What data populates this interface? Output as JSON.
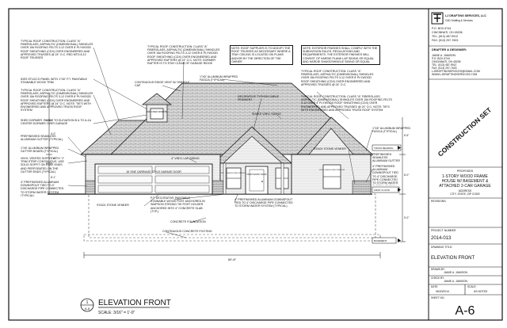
{
  "firm": {
    "name": "LJ DRAFTING SERVICES, LLC",
    "sub": "CAD Drafting & Services",
    "address": [
      "P.O. BOX 6744",
      "P.O. BOX 6744",
      "CINCINNATI, OH 45206",
      "TEL: (513) 487-9912",
      "FAX: (513) 297-7603"
    ],
    "drafter_heading": "DRAFTER & DESIGNER:",
    "drafter": [
      "JAMIE A. JAMISON",
      "P.O. BOX 6744",
      "CINCINNATI, OH 45206",
      "TEL: (513) 487-9912",
      "FAX: (513) 297-7603",
      "LJDRAFTINGSERVICES@GMAIL.COM",
      "WWW.LJDRAFTINGSERVICES.COM"
    ]
  },
  "stamp": "CONSTRUCTION SET",
  "project": {
    "label": "PROPOSED",
    "lines": [
      "1-STORY WOOD FRAME",
      "HOUSE W/ BASEMENT &",
      "ATTACHED 2-CAR GARAGE"
    ],
    "address_label": "ADDRESS",
    "address_line": "CITY, STATE, ZIP CODE"
  },
  "title_block": {
    "revisions_label": "REVISIONS:",
    "project_number_label": "PROJECT NUMBER",
    "project_number": "2014-013",
    "drawing_title_label": "DRAWING TITLE:",
    "drawing_title": "ELEVATION FRONT",
    "drawn_by_label": "DRAWN BY:",
    "drawn_by": "JAMIE A. JAMISON",
    "checked_by_label": "CHECK BY:",
    "checked_by": "JAMIE A. JAMISON",
    "date_label": "DATE:",
    "date": "06/20/2014",
    "scale_label": "SCALE:",
    "scale": "AS NOTED",
    "sheet_label": "SHEET NO.:",
    "sheet_no": "A-6"
  },
  "drawing": {
    "title": "ELEVATION FRONT",
    "scale": "SCALE: 3/16\" = 1'-0\"",
    "badge_top": "1",
    "badge_bottom": "A-6",
    "overall_dim": "50'-8\"",
    "garage_label": "16' ONE CARRIAGE STYLE GARAGE DOOR",
    "window_label": "VINYL SINGLE HUNG WINDOW",
    "door_label": "FRONT ENTRY DOOR",
    "gable_window": "4028 FIXED WINDOW",
    "left_dims": [
      "4'-0\"",
      "8'-1\"",
      "1'-0\""
    ],
    "right_dims": [
      "6'-6\"",
      "8'-0\"",
      "1'-0\"",
      "9'-0\""
    ]
  },
  "notes": [
    "TYPICAL ROOF CONSTRUCTION: CLASS \"A\" FIBERGLASS, ASPHALTIC (DIMENSIONAL) SHINGLES OVER 15# ROOFING FELTS 3-12 OVER 8' PLYWOOD ROOF SHEATHING (CDX) OVER ENGINEERED AND APPROVED TRUSSES @ 24\" O.C. RED MTD 8-12 ROOF TRUSSES",
    "NOTE: ROOF SUPPLIER IS TO MODIFY THE ROOF TRUSSES AS NECESSARY WHERE A TRAY CEILING IS LOCATED ON PLANS AND/OR BY THE DIRECTION OF THE OWNER",
    "NOTE: EXTERIOR FINISHES SHALL COMPLY WITH THE SUBDIVISION RULES, REGULATIONS AND REQUIREMENTS. THE EXTERIOR FINISHES WILL CONSIST OF HARDIE PLANK LAP SIDING OR EQUAL AND HARDIE SHAKE/SHINGLE SIDING OR EQUAL",
    "TYPICAL ROOF CONSTRUCTION: CLASS \"A\" FIBERGLASS, ASPHALTIC (DIMENSIONAL) SHINGLES OVER 15# ROOFING FELTS 3-12 OVER 8' PLYWOOD ROOF SHEATHING (CDX) OVER ENGINEERED AND APPROVED RAFTERS @ 24\" O.C. NOTE: DORMER RAFTER IS TO STAY CLEAR OF GARAGE RIDGE",
    "TYPICAL ROOF CONSTRUCTION: CLASS \"A\" FIBERGLASS, ASPHALTIC (DIMENSIONAL) SHINGLES OVER 15# ROOFING FELTS 3-12 OVER 8' PLYWOOD ROOF SHEATHING (CDX) OVER ENGINEERED AND APPROVED RAFTERS @ 24\" O.C. NOTE: TIE'S WITH ENGINEERED AND APPROVED TRUSS ROOF SYSTEM",
    "TYPICAL ROOF CONSTRUCTION: CLASS \"A\" FIBERGLASS, ASPHALTIC (DIMENSIONAL) SHINGLES OVER 15# ROOFING FELTS 3-12 OVER 8' PLYWOOD ROOF SHEATHING (CDX) OVER ENGINEERED AND APPROVED TRUSSES @ 24\" O.C.",
    "TYPICAL ROOF CONSTRUCTION: CLASS \"A\" FIBERGLASS, ASPHALTIC (DIMENSIONAL) SHINGLES OVER 15# ROOFING FELTS 3-12 OVER 8' PLYWOOD ROOF SHEATHING (CDX) OVER ENGINEERED AND APPROVED TRUSSES @ 24\" O.C. NOTE: TIE'S WITH ENGINEERED AND APPROVED TRUSS ROOF SYSTEM"
  ],
  "callouts": {
    "prefinished_panel": "IDES STUCCO PANEL WITH 1\"X6\" P.T. PAINTABLE STAINABLE WOOD TRIM",
    "shed_dormer": "SHED DORMER. REFER TO ELEVATION B & TO A-1A CENTER DORMER OVER GARAGE",
    "seamless_gutter": "PREFINISHED SEAMLESS ALUMINUM GUTTER (TYPICAL)",
    "wrapped_gutter": "1\"X6\" ALUMINUM WRAPPED GUTTER BOARD (TYPICAL)",
    "vinyl_soffit": "VINYL VENTED SOFFIT WITH \"J\" TRIM STRIP CONTINUOUS. USE SOLID SOFFIT ON RAKE ENDS AND PERFORATED ON THE GUTTER ENDS (TYPICAL)",
    "downspout_left": "4\" PREFINISHED ALUMINUM DOWNSPOUT TIED TO 4\" DISCHARGE PIPE CONNECTED TO STORM WATER SYSTEM (TYPICAL)",
    "continuous_ridge": "CONTINUOUS RIDGE VENT W/ SHINGLE CAP",
    "alum_fascia": "1\"X6\" ALUMINUM WRAPPED FASCIA (TYPICAL)",
    "gable_pediment": "DECORATIVE TYPHON GABLE PEDIMENT",
    "shake_siding": "SHAKE VINYL SIDING",
    "alum_fascia_right": "1\"X6\" ALUMINUM WRAPPED FASCIA (TYPICAL)",
    "stack_stone": "STACK STONE VENEER",
    "truss_bearing": "TRUSS BEARING",
    "seamless_gutter_right": "PREFINISHED SEAMLESS ALUMINUM GUTTER (TYPICAL)",
    "downspout_right": "4\" PREFINISHED ALUMINUM DOWNSPOUT TIED TO 4\" DISCHARGE PIPE CONNECTED TO STORM WATER SYSTEM (TYPICAL)",
    "first_floor": "FIRST FLOOR",
    "ft_decorative_col": "P.T. DECORATIVE PAINTABLE STAINABLE WOOD POST ANCHORED IN SIMPSON STRONG TIE POST HOLDER ANCHORED INTO 4\" CONCRETE SLAB (TYP.)",
    "downspout_mid": "4\" PREFINISHED ALUMINUM DOWNSPOUT TIED TO 4\" DISCHARGE PIPE CONNECTED TO STORM WATER SYSTEM (TYPICAL)",
    "stack_stone_bottom": "STACK STONE VENEER",
    "concrete_foundation": "CONCRETE FOUNDATION",
    "continuous_footing": "CONTINUOUS CONCRETE FOOTING",
    "basement": "BASEMENT",
    "vinyl_lap": "4\" VINYL LAP SIDING"
  }
}
